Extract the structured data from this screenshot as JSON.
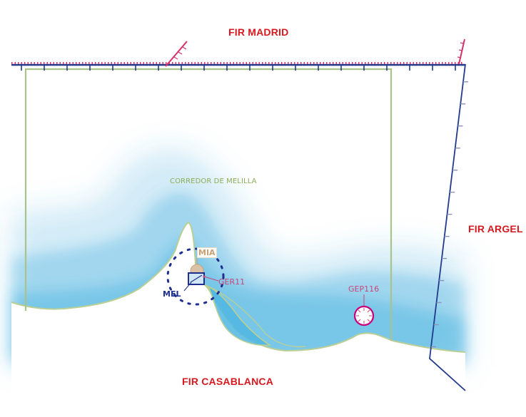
{
  "labels": {
    "fir_north": "FIR MADRID",
    "fir_east": "FIR ARGEL",
    "fir_south": "FIR CASABLANCA",
    "corridor": "CORREDOR DE MELILLA",
    "airport_mia": "MIA",
    "airport_mel": "MEL",
    "point_ger": "GER11",
    "point_gep": "GEP116"
  },
  "colors": {
    "fir_label": "#d71920",
    "fir_boundary": "#223a8c",
    "hatch": "#d6336c",
    "corridor_line": "#a9c48a",
    "sea": "#2ea6dc",
    "airport_mia": "#c9a27a",
    "airport_mel": "#1f2f8f",
    "waypoint": "#c8457a"
  },
  "icons": {
    "airport": "airport-square-icon",
    "waypoint": "waypoint-circle-icon",
    "vor": "vor-dotted-ring-icon",
    "coast": "coastline-icon"
  }
}
